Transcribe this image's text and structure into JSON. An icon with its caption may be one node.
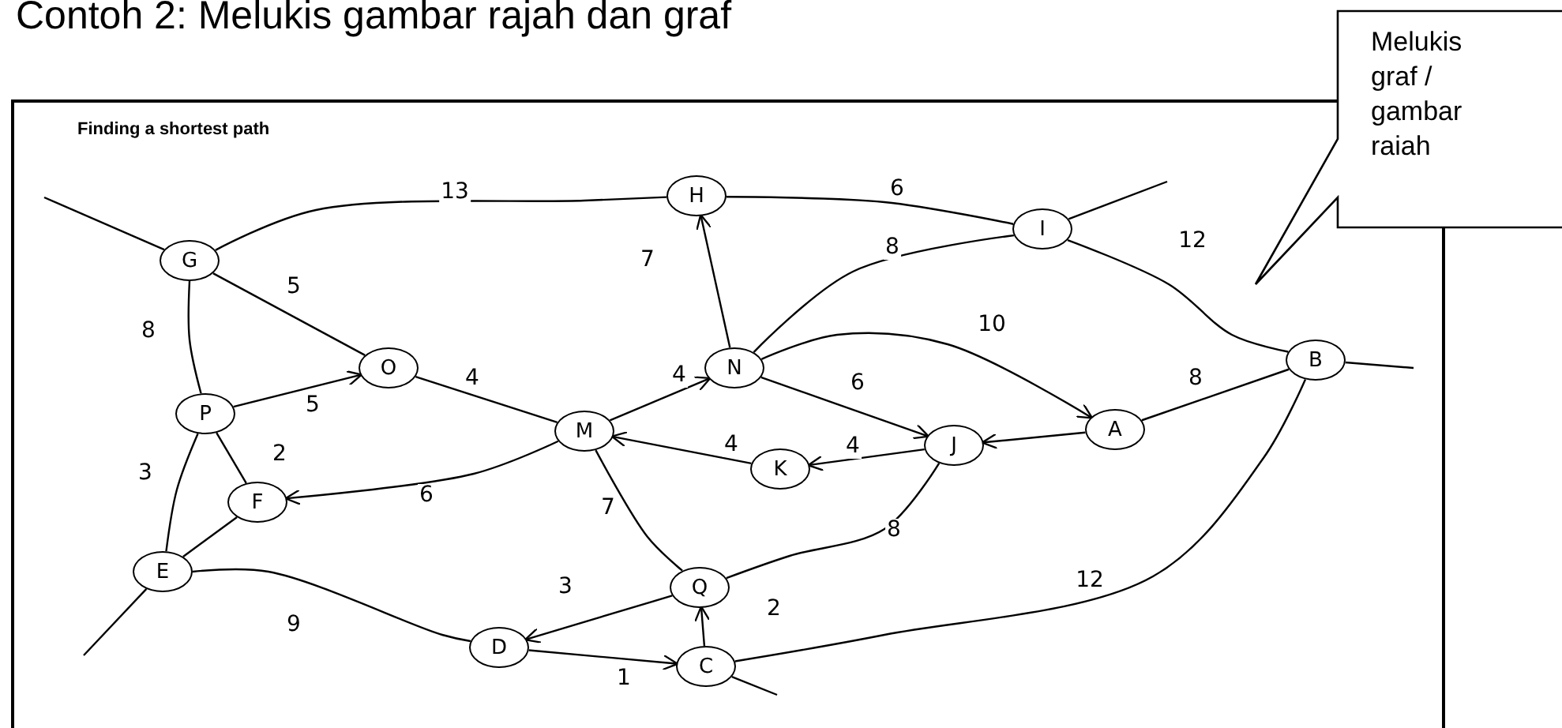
{
  "diagram": {
    "title": "Contoh 2: Melukis gambar rajah dan graf",
    "nodes": [
      {
        "text": [
          "Finding a shortest path"
        ]
      },
      {
        "text": [
          "G"
        ],
        "in": 0
      },
      {
        "text": [
          "H"
        ],
        "in": 0
      },
      {
        "text": [
          "I"
        ],
        "in": 0
      },
      {
        "text": [
          "B"
        ],
        "in": 0
      },
      {
        "text": [
          "O"
        ],
        "in": 0
      },
      {
        "text": [
          "N"
        ],
        "in": 0
      },
      {
        "text": [
          "P"
        ],
        "in": 0
      },
      {
        "text": [
          "M"
        ],
        "in": 0
      },
      {
        "text": [
          "A"
        ],
        "in": 0
      },
      {
        "text": [
          "J"
        ],
        "in": 0
      },
      {
        "text": [
          "K"
        ],
        "in": 0
      },
      {
        "text": [
          "F"
        ],
        "in": 0
      },
      {
        "text": [
          "E"
        ],
        "in": 0
      },
      {
        "text": [
          "Q"
        ],
        "in": 0
      },
      {
        "text": [
          "D"
        ],
        "in": 0
      },
      {
        "text": [
          "C"
        ],
        "in": 0
      },
      {
        "text": [
          "Melukis graf / gambar raiah"
        ]
      }
    ],
    "edges": [
      {
        "from": 1,
        "to": 2,
        "arrow": "none",
        "label": "13"
      },
      {
        "from": 2,
        "to": 3,
        "arrow": "none",
        "label": "6"
      },
      {
        "from": 1,
        "to": 5,
        "arrow": "none",
        "label": "5"
      },
      {
        "from": 1,
        "to": 7,
        "arrow": "none",
        "label": "8"
      },
      {
        "from": 6,
        "to": 2,
        "arrow": "to",
        "label": "7"
      },
      {
        "from": 6,
        "to": 3,
        "arrow": "none",
        "label": "8"
      },
      {
        "from": 6,
        "to": 9,
        "arrow": "to",
        "label": "10"
      },
      {
        "from": 3,
        "to": 4,
        "arrow": "none",
        "label": "12"
      },
      {
        "from": 9,
        "to": 4,
        "arrow": "none",
        "label": "8"
      },
      {
        "from": 7,
        "to": 5,
        "arrow": "to",
        "label": "5"
      },
      {
        "from": 5,
        "to": 8,
        "arrow": "none",
        "label": "4"
      },
      {
        "from": 8,
        "to": 6,
        "arrow": "to",
        "label": "4"
      },
      {
        "from": 6,
        "to": 10,
        "arrow": "to",
        "label": "6"
      },
      {
        "from": 10,
        "to": 11,
        "arrow": "to",
        "label": "4"
      },
      {
        "from": 11,
        "to": 8,
        "arrow": "to",
        "label": "4"
      },
      {
        "from": 9,
        "to": 10,
        "arrow": "to"
      },
      {
        "from": 8,
        "to": 12,
        "arrow": "to",
        "label": "6"
      },
      {
        "from": 7,
        "to": 12,
        "arrow": "none",
        "label": "2"
      },
      {
        "from": 7,
        "to": 13,
        "arrow": "none",
        "label": "3"
      },
      {
        "from": 12,
        "to": 13,
        "arrow": "none"
      },
      {
        "from": 8,
        "to": 14,
        "arrow": "none",
        "label": "7"
      },
      {
        "from": 10,
        "to": 14,
        "arrow": "none",
        "label": "8"
      },
      {
        "from": 14,
        "to": 15,
        "arrow": "to",
        "label": "3"
      },
      {
        "from": 15,
        "to": 16,
        "arrow": "to",
        "label": "1"
      },
      {
        "from": 16,
        "to": 14,
        "arrow": "to",
        "label": "2"
      },
      {
        "from": 13,
        "to": 15,
        "arrow": "none",
        "label": "9"
      },
      {
        "from": 16,
        "to": 4,
        "arrow": "none",
        "label": "12"
      },
      {
        "from": 1,
        "to": null,
        "arrow": "none"
      },
      {
        "from": 3,
        "to": null,
        "arrow": "none"
      },
      {
        "from": 4,
        "to": null,
        "arrow": "none"
      },
      {
        "from": 13,
        "to": null,
        "arrow": "none"
      },
      {
        "from": 16,
        "to": null,
        "arrow": "none"
      }
    ]
  }
}
